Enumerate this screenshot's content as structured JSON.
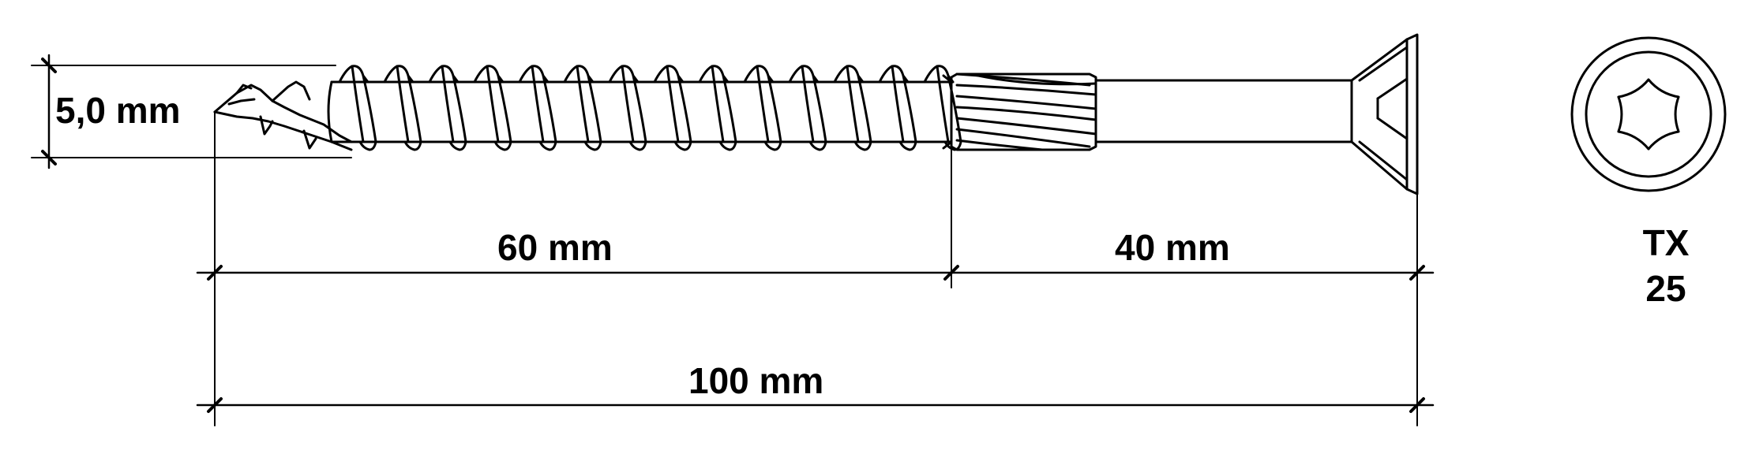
{
  "labels": {
    "diameter": "5,0 mm",
    "thread_length": "60 mm",
    "shank_length": "40 mm",
    "total_length": "100 mm",
    "drive_type": "TX",
    "drive_size": "25"
  },
  "screw": {
    "diameter_mm": 5.0,
    "thread_length_mm": 60,
    "shank_length_mm": 40,
    "total_length_mm": 100,
    "drive": "torx",
    "head": "countersunk"
  },
  "icons": {
    "drive_recess": "torx-drive-icon"
  },
  "colors": {
    "line": "#000000",
    "background": "#ffffff"
  }
}
